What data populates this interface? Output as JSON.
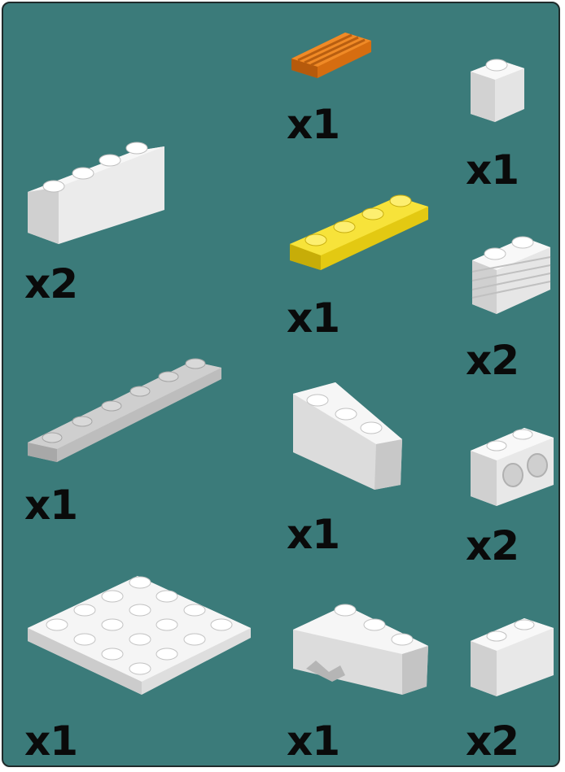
{
  "parts_panel": {
    "background": "#3b7b7a",
    "items": [
      {
        "part": "white-1x4-brick",
        "color": "#e8e8e8",
        "count": "x2"
      },
      {
        "part": "orange-1x2-grille-tile",
        "color": "#e87f1e",
        "count": "x1"
      },
      {
        "part": "white-1x1-brick",
        "color": "#e8e8e8",
        "count": "x1"
      },
      {
        "part": "yellow-1x4-plate",
        "color": "#f2de25",
        "count": "x1"
      },
      {
        "part": "white-1x2-log-brick",
        "color": "#e8e8e8",
        "count": "x2"
      },
      {
        "part": "gray-1x6-plate",
        "color": "#c8c8c8",
        "count": "x1"
      },
      {
        "part": "white-wedge-plate",
        "color": "#e8e8e8",
        "count": "x1"
      },
      {
        "part": "white-1x2-technic-brick",
        "color": "#e8e8e8",
        "count": "x2"
      },
      {
        "part": "white-4x4-plate",
        "color": "#e8e8e8",
        "count": "x1"
      },
      {
        "part": "white-wedge-brick",
        "color": "#e8e8e8",
        "count": "x1"
      },
      {
        "part": "white-1x2-brick",
        "color": "#e8e8e8",
        "count": "x2"
      }
    ]
  }
}
